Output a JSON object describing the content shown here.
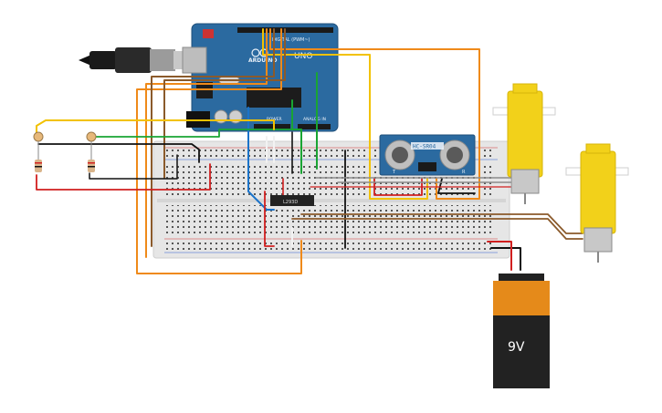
{
  "canvas": {
    "background": "#ffffff"
  },
  "arduino": {
    "brand": "ARDUINO",
    "model": "UNO",
    "power_label": "POWER",
    "analog_label": "ANALOG IN",
    "digital_label": "DIGITAL (PWM~)",
    "board_color": "#2b6aa0"
  },
  "sensor": {
    "model": "HC-SR04",
    "pin_t": "T",
    "pin_r": "R"
  },
  "driver_chip": {
    "label": "L293D"
  },
  "battery": {
    "voltage": "9V",
    "top_color": "#e58a1a",
    "body_color": "#222222"
  },
  "breadboard": {
    "color": "#e6e6e6"
  },
  "motors": {
    "color": "#f2d11a",
    "count": 2
  },
  "wires": {
    "red": "#d11f1f",
    "black": "#111111",
    "yellow": "#f2c200",
    "orange": "#ef8a1a",
    "green": "#19a533",
    "blue": "#1a73c9",
    "brown": "#8b5a2b",
    "gray": "#8c8c8c"
  }
}
